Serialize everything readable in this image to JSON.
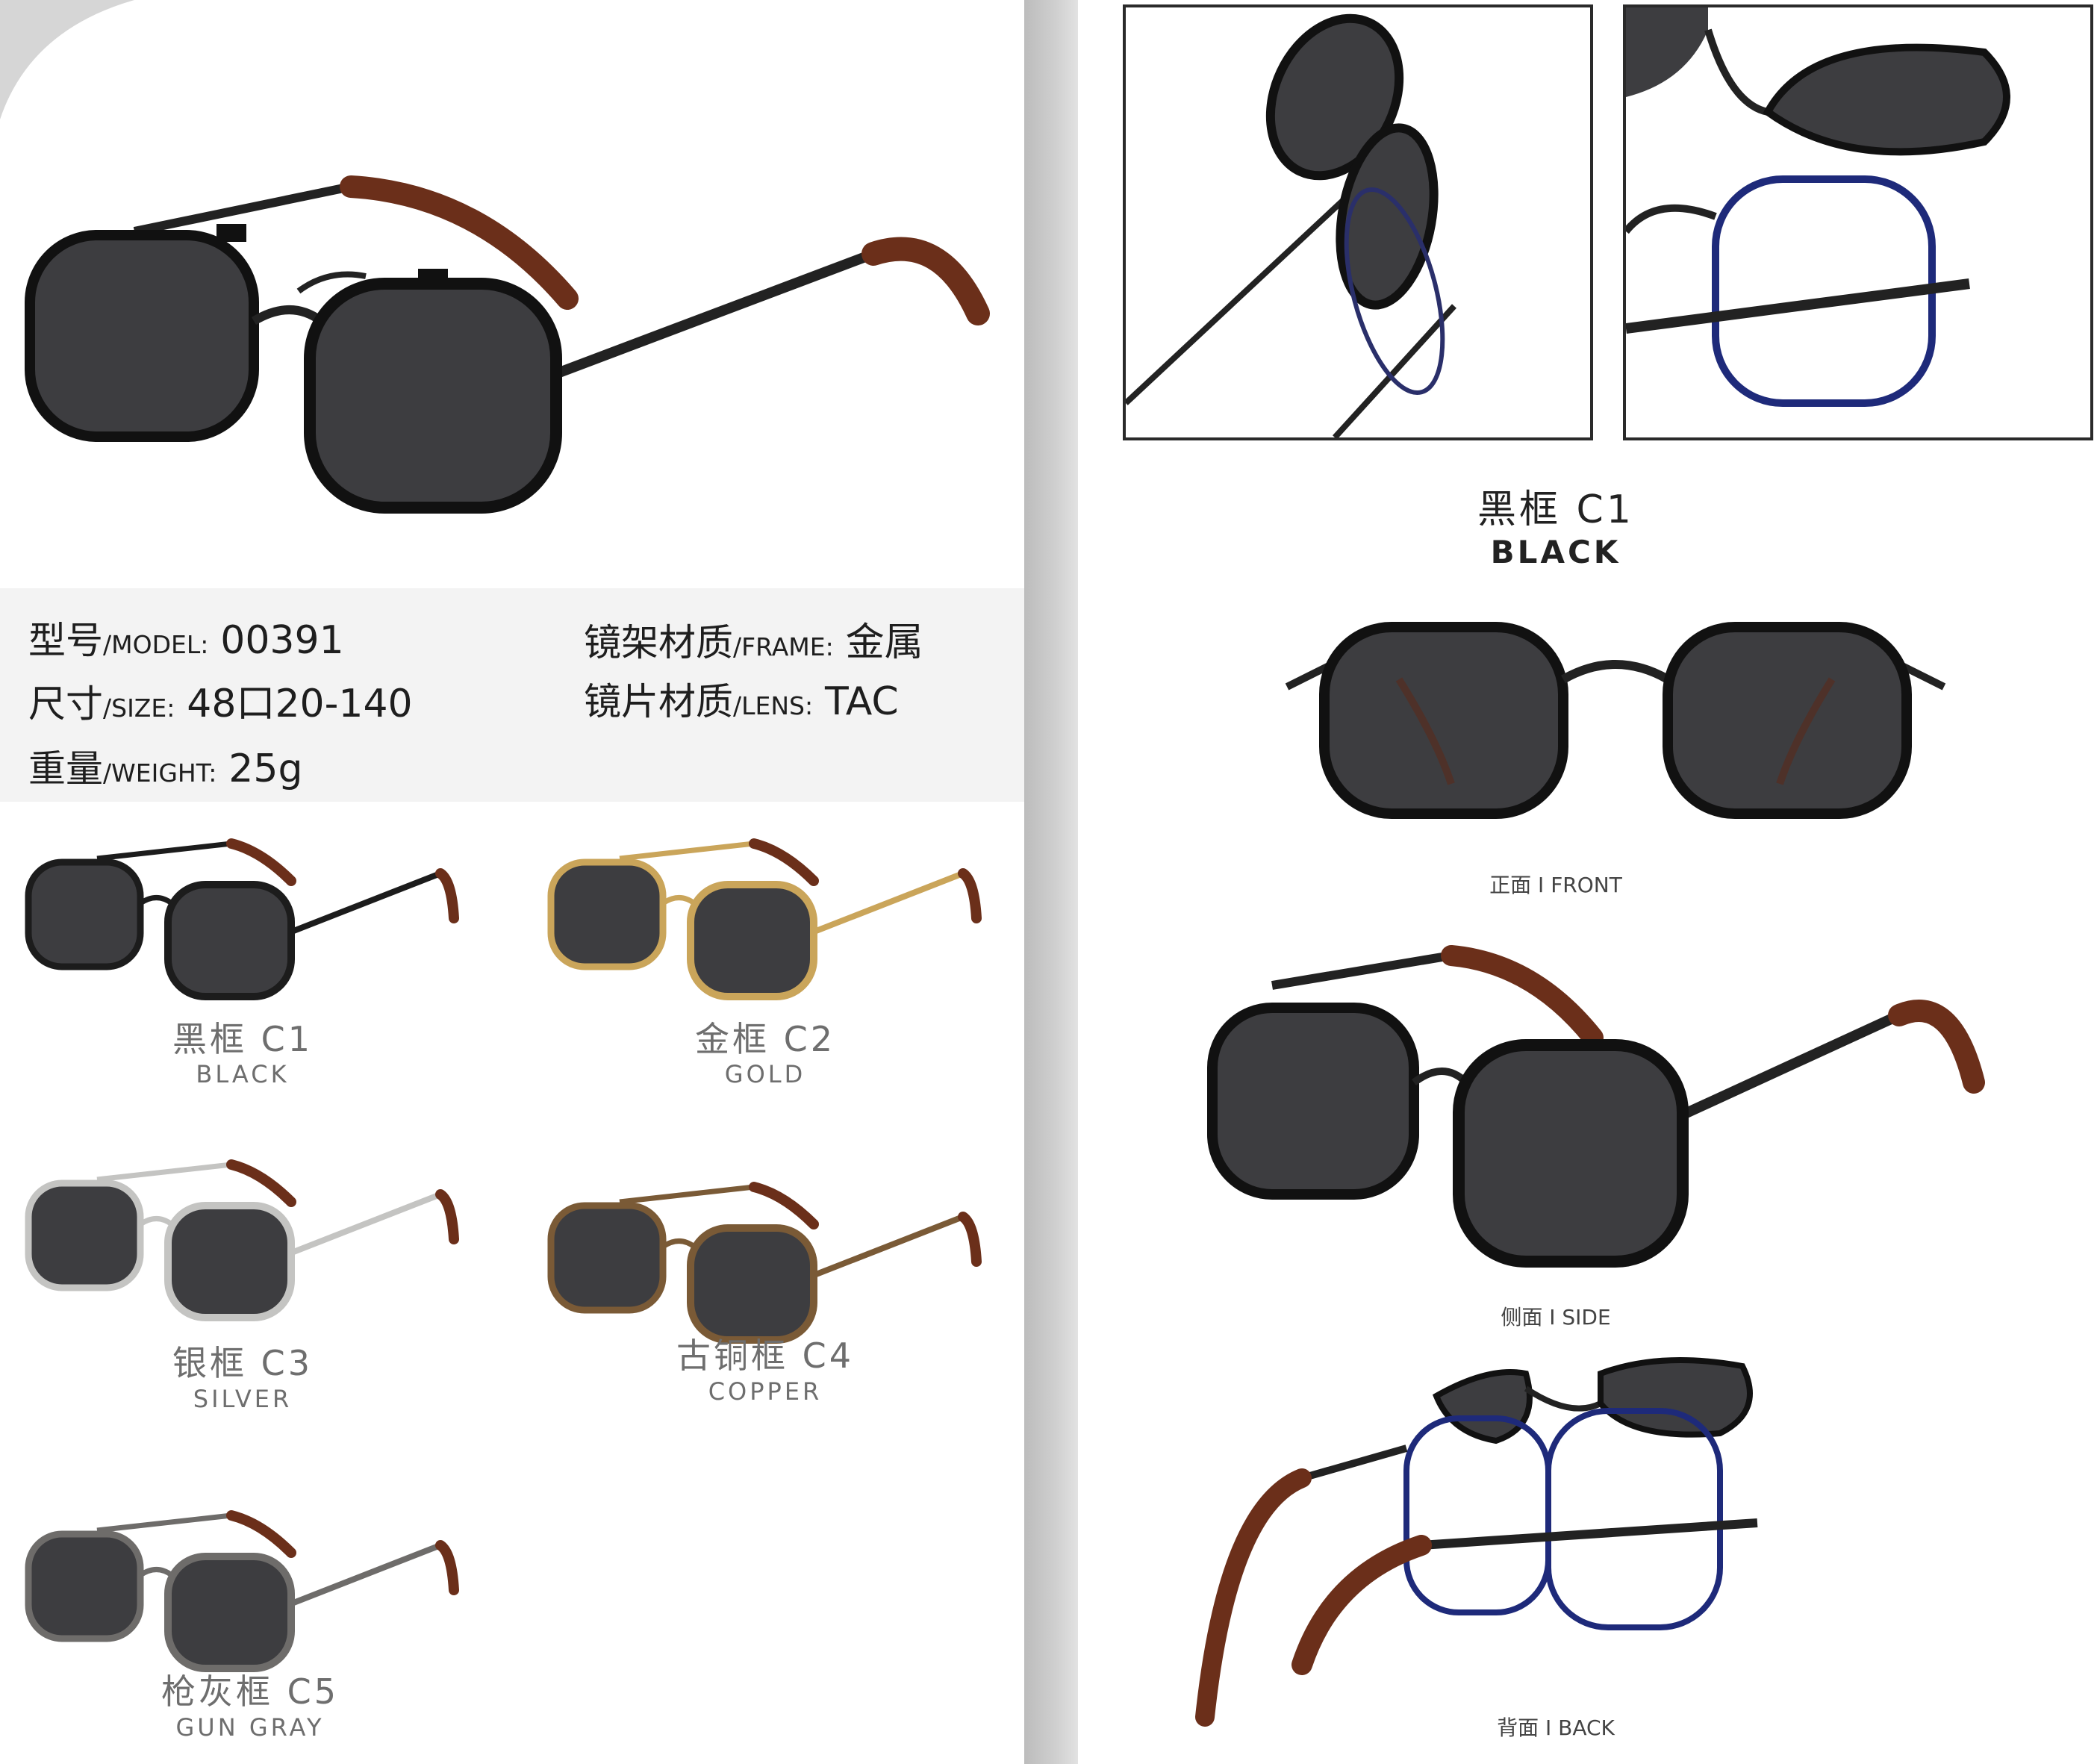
{
  "specs": {
    "model_zh": "型号",
    "model_en": "/MODEL:",
    "model_val": "00391",
    "size_zh": "尺寸",
    "size_en": "/SIZE:",
    "size_val": "48口20-140",
    "weight_zh": "重量",
    "weight_en": "/WEIGHT:",
    "weight_val": "25g",
    "frame_zh": "镜架材质",
    "frame_en": "/FRAME:",
    "frame_val": "金属",
    "lens_zh": "镜片材质",
    "lens_en": "/LENS:",
    "lens_val": "TAC"
  },
  "variants": [
    {
      "zh": "黑框 C1",
      "en": "BLACK",
      "frame_color": "#1c1c1c"
    },
    {
      "zh": "金框 C2",
      "en": "GOLD",
      "frame_color": "#caa55a"
    },
    {
      "zh": "银框 C3",
      "en": "SILVER",
      "frame_color": "#c4c4c2"
    },
    {
      "zh": "古铜框 C4",
      "en": "COPPER",
      "frame_color": "#7a5a36"
    },
    {
      "zh": "枪灰框 C5",
      "en": "GUN GRAY",
      "frame_color": "#6e6c6a"
    }
  ],
  "featured": {
    "zh": "黑框 C1",
    "en": "BLACK"
  },
  "views": {
    "front": "正面 I FRONT",
    "side": "侧面 I SIDE",
    "back": "背面 I BACK"
  },
  "colors": {
    "lens": "#3d3d40",
    "tortoise": "#6b2f1a",
    "panel_bg": "#f3f3f3",
    "divider": "#c9c9c9"
  }
}
